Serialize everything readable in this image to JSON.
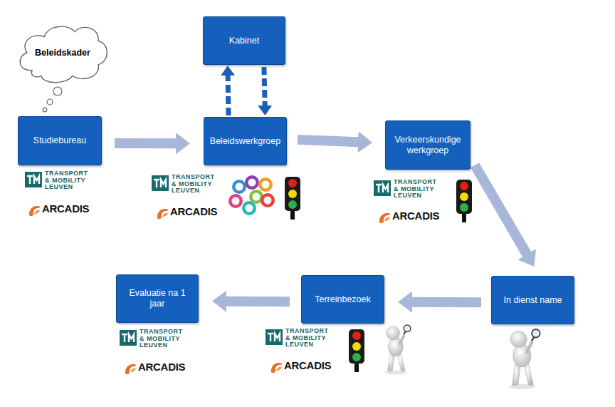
{
  "diagram": {
    "nodes": [
      {
        "text": [
          "Beleidskader"
        ]
      },
      {
        "text": [
          "Studiebureau"
        ]
      },
      {
        "text": [
          "Kabinet"
        ]
      },
      {
        "text": [
          "Beleidswerkgroep"
        ]
      },
      {
        "text": [
          "Verkeerskundige werkgroep"
        ]
      },
      {
        "text": [
          "In dienst name"
        ]
      },
      {
        "text": [
          "Terreinbezoek"
        ]
      },
      {
        "text": [
          "Evaluatie na 1 jaar"
        ]
      }
    ],
    "edges": [
      {
        "from": 1,
        "to": 3,
        "arrow": "to"
      },
      {
        "from": 3,
        "to": 2,
        "arrow": "to"
      },
      {
        "from": 2,
        "to": 3,
        "arrow": "to"
      },
      {
        "from": 3,
        "to": 4,
        "arrow": "to"
      },
      {
        "from": 4,
        "to": 5,
        "arrow": "to"
      },
      {
        "from": 5,
        "to": 6,
        "arrow": "to"
      },
      {
        "from": 6,
        "to": 7,
        "arrow": "to"
      }
    ],
    "labels": [
      "TRANSPORT & MOBILITY LEUVEN",
      "ARCADIS",
      "TRANSPORT & MOBILITY LEUVEN",
      "ARCADIS",
      "TRANSPORT & MOBILITY LEUVEN",
      "ARCADIS",
      "TRANSPORT & MOBILITY LEUVEN",
      "ARCADIS",
      "TRANSPORT & MOBILITY LEUVEN",
      "ARCADIS"
    ]
  }
}
